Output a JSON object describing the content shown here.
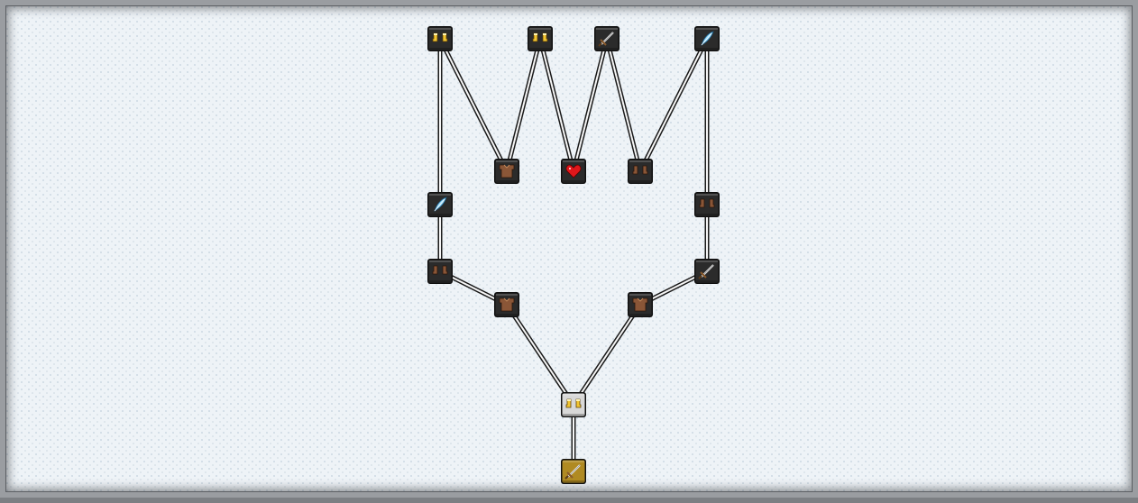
{
  "screen": "skill-tree",
  "nodes": [
    {
      "id": "t1",
      "icon": "gold-boots-icon",
      "state": "locked"
    },
    {
      "id": "t2",
      "icon": "gold-boots-icon",
      "state": "locked"
    },
    {
      "id": "t3",
      "icon": "sword-icon",
      "state": "locked"
    },
    {
      "id": "t4",
      "icon": "feather-icon",
      "state": "locked"
    },
    {
      "id": "m1",
      "icon": "leather-chestplate-icon",
      "state": "locked"
    },
    {
      "id": "m2",
      "icon": "heart-icon",
      "state": "locked"
    },
    {
      "id": "m3",
      "icon": "leather-boots-icon",
      "state": "locked"
    },
    {
      "id": "l1",
      "icon": "feather-icon",
      "state": "locked"
    },
    {
      "id": "r1",
      "icon": "leather-boots-icon",
      "state": "locked"
    },
    {
      "id": "l2",
      "icon": "leather-boots-icon",
      "state": "locked"
    },
    {
      "id": "r2",
      "icon": "sword-icon",
      "state": "locked"
    },
    {
      "id": "l3",
      "icon": "leather-chestplate-icon",
      "state": "locked"
    },
    {
      "id": "r3",
      "icon": "leather-chestplate-icon",
      "state": "locked"
    },
    {
      "id": "c1",
      "icon": "gold-boots-icon",
      "state": "available"
    },
    {
      "id": "root",
      "icon": "sword-icon",
      "state": "unlocked"
    }
  ],
  "edges": [
    [
      "t1",
      "l1"
    ],
    [
      "t1",
      "m1"
    ],
    [
      "t2",
      "m1"
    ],
    [
      "t2",
      "m2"
    ],
    [
      "t3",
      "m2"
    ],
    [
      "t3",
      "m3"
    ],
    [
      "t4",
      "m3"
    ],
    [
      "t4",
      "r1"
    ],
    [
      "l1",
      "l2"
    ],
    [
      "r1",
      "r2"
    ],
    [
      "l2",
      "l3"
    ],
    [
      "r2",
      "r3"
    ],
    [
      "l3",
      "c1"
    ],
    [
      "r3",
      "c1"
    ],
    [
      "c1",
      "root"
    ]
  ],
  "colors": {
    "locked": "#2b2b2b",
    "available": "#d8d8d8",
    "unlocked": "#b08a22",
    "heart": "#e0171b",
    "gold": "#f2c531",
    "leather": "#8a5637",
    "feather": "#8fd3f5",
    "blade": "#e7e7e7"
  }
}
